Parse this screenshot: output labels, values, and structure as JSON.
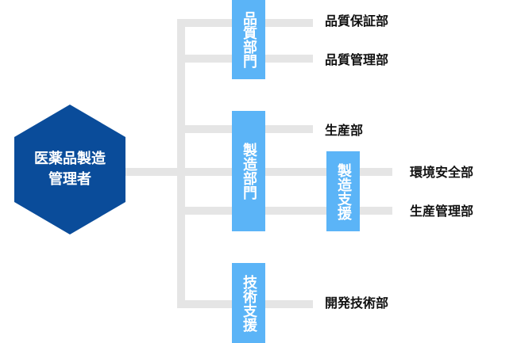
{
  "root": {
    "label": "医薬品製造\n管理者"
  },
  "departments": {
    "quality_division": {
      "label": "品質部門",
      "children": [
        "品質保証部",
        "品質管理部"
      ]
    },
    "manufacturing_division": {
      "label": "製造部門",
      "children": [
        "生産部"
      ]
    },
    "manufacturing_support": {
      "label": "製造支援",
      "children": [
        "環境安全部",
        "生産管理部"
      ]
    },
    "technical_support": {
      "label": "技術支援",
      "children": [
        "開発技術部"
      ]
    }
  },
  "colors": {
    "root": "#0a4c9a",
    "division": "#5bb4f7",
    "connector": "#e5e5e5",
    "text": "#111111"
  }
}
